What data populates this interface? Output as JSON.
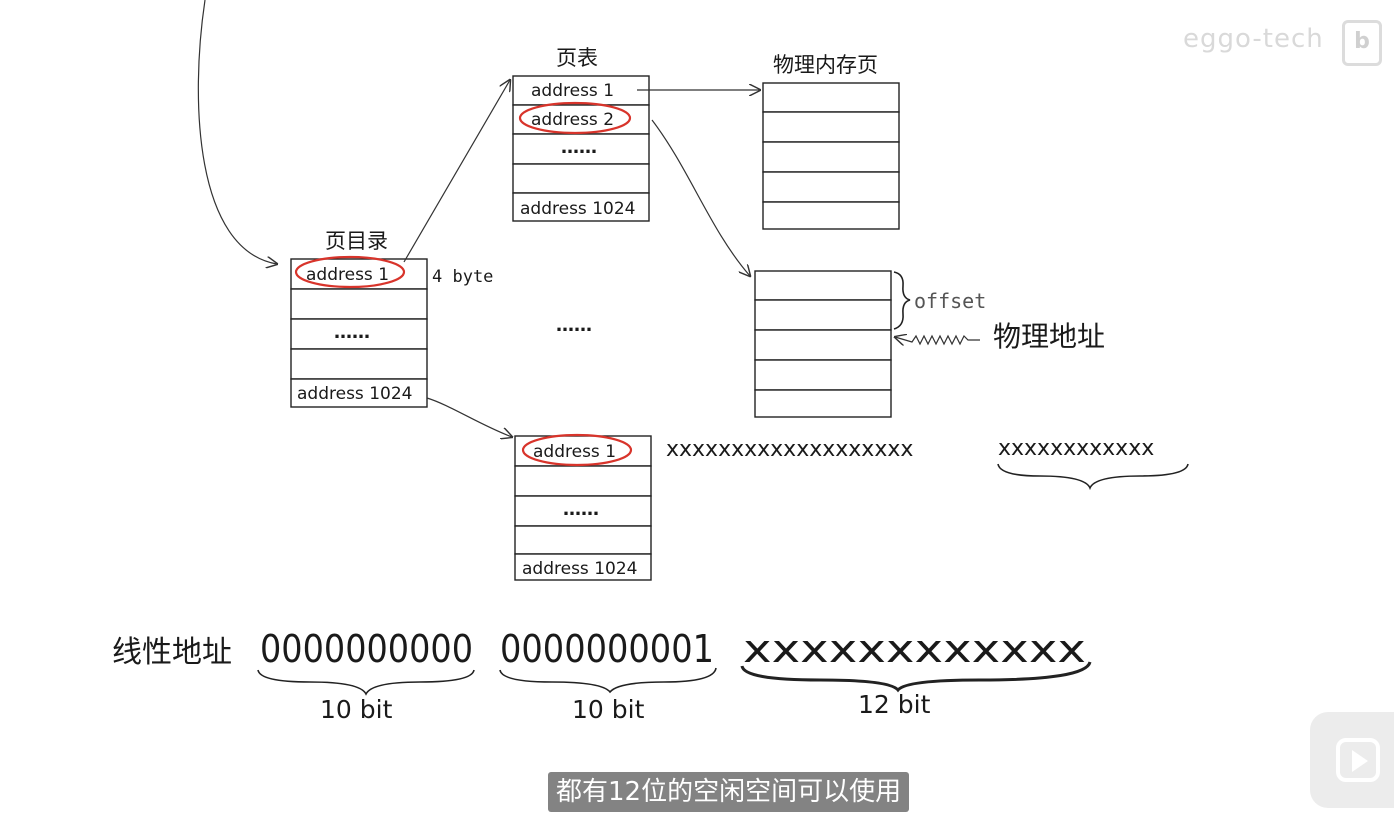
{
  "page_directory": {
    "title": "页目录",
    "entries": [
      "address 1",
      "",
      "……",
      "",
      "address 1024"
    ],
    "entry_size": "4 byte"
  },
  "page_table_1": {
    "title": "页表",
    "entries": [
      "address 1",
      "address 2",
      "……",
      "",
      "address 1024"
    ]
  },
  "page_table_2": {
    "entries": [
      "address 1",
      "",
      "……",
      "",
      "address 1024"
    ]
  },
  "physical_memory": {
    "title": "物理内存页",
    "offset_label": "offset",
    "address_label": "物理地址"
  },
  "middle_ellipsis": "……",
  "xs_row": {
    "left": "xxxxxxxxxxxxxxxxxxx",
    "right": "xxxxxxxxxxxx"
  },
  "linear_address": {
    "label": "线性地址",
    "segments": [
      {
        "bits": "0000000000",
        "width": "10 bit"
      },
      {
        "bits": "0000000001",
        "width": "10 bit"
      },
      {
        "bits": "xxxxxxxxxxxx",
        "width": "12 bit"
      }
    ]
  },
  "subtitle": "都有12位的空闲空间可以使用",
  "watermark": "eggo-tech",
  "colors": {
    "highlight": "#d8342b",
    "subtitle_bg": "#3a3a3a"
  },
  "icons": {
    "player": "play-icon",
    "site": "bilibili-logo-icon"
  }
}
